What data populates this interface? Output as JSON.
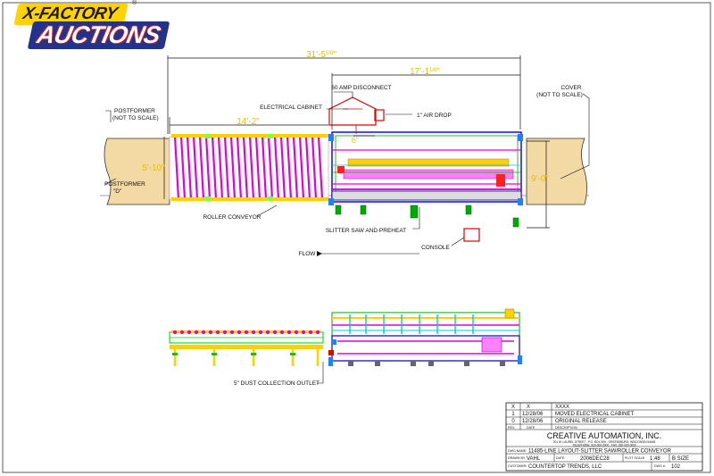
{
  "logo": {
    "top": "X-FACTORY",
    "bottom": "AUCTIONS",
    "reg": "®"
  },
  "dims": {
    "overall": "31'-5",
    "overall_frac": "5/8",
    "slitter": "17'-1",
    "slitter_frac": "1/8",
    "conveyor_len": "14'-2\"",
    "conveyor_w": "5'-10\"",
    "cover_w": "9'-0\"",
    "cabinet_off": "6\""
  },
  "labels": {
    "postformer": "POSTFORMER",
    "not_to_scale": "(NOT TO SCALE)",
    "postformer_d": "\"D\"",
    "cover": "COVER",
    "disconnect": "60 AMP DISCONNECT",
    "cabinet": "ELECTRICAL CABINET",
    "air_drop": "1\" AIR DROP",
    "roller": "ROLLER CONVEYOR",
    "slitter_saw": "SLITTER SAW AND PREHEAT",
    "console": "CONSOLE",
    "flow": "FLOW",
    "dust": "5\" DUST COLLECTION OUTLET"
  },
  "title_block": {
    "rev_rows": [
      {
        "rev": "X",
        "date": "X",
        "desc": "XXXX"
      },
      {
        "rev": "1",
        "date": "12/28/06",
        "desc": "MOVED ELECTRICAL CABINET"
      },
      {
        "rev": "0",
        "date": "12/28/06",
        "desc": "ORIGINAL RELEASE"
      }
    ],
    "rev_hdr": [
      "REV.",
      "DATE",
      "DESCRIPTION"
    ],
    "company": "CREATIVE AUTOMATION, INC.",
    "address": "201 W. LAUREL STREET - P.O. BOX 505 - GREENSBURG, WISCONSIN 54645",
    "phone": "TELEPHONE: 920-000-0000 - FAX: 920-000-0000",
    "dwg_name_lbl": "DWG NAME:",
    "dwg_name": "11485-LINE LAYOUT-SLITTER SAW/ROLLER CONVEYOR",
    "drawn_lbl": "DRAWN BY:",
    "drawn": "VAHL",
    "date_lbl": "DATE:",
    "date": "2006DEC28",
    "plot_lbl": "PLOT SCALE:",
    "plot": "1:48",
    "size": "B SIZE",
    "cust_lbl": "CUSTOMER:",
    "customer": "COUNTERTOP TRENDS, LLC",
    "dwg_no_lbl": "DWG #:",
    "dwg_no": "102"
  }
}
